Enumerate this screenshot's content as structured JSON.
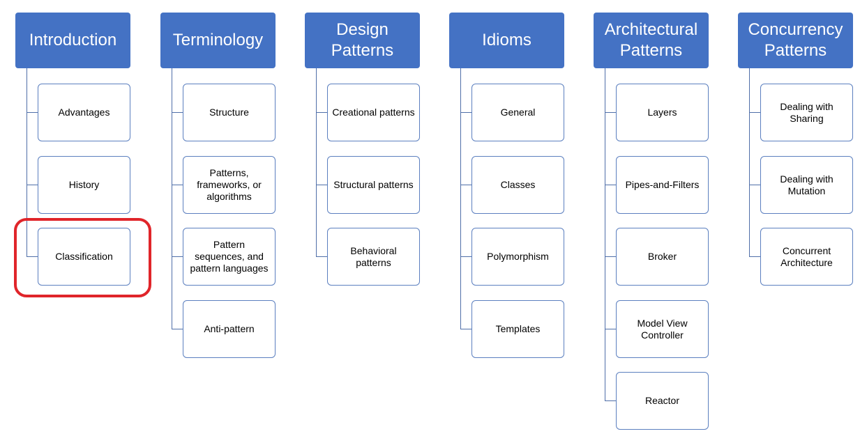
{
  "accent_colors": {
    "header_fill": "#4472c4",
    "connector": "#4f6ea8",
    "child_border": "#5b7fbf",
    "highlight": "#e0252a"
  },
  "highlighted_item": "Classification",
  "columns": [
    {
      "id": "introduction",
      "title": "Introduction",
      "children": [
        "Advantages",
        "History",
        "Classification"
      ]
    },
    {
      "id": "terminology",
      "title": "Terminology",
      "children": [
        "Structure",
        "Patterns, frameworks, or algorithms",
        "Pattern sequences, and pattern languages",
        "Anti-pattern"
      ]
    },
    {
      "id": "design-patterns",
      "title": "Design Patterns",
      "children": [
        "Creational patterns",
        "Structural patterns",
        "Behavioral patterns"
      ]
    },
    {
      "id": "idioms",
      "title": "Idioms",
      "children": [
        "General",
        "Classes",
        "Polymorphism",
        "Templates"
      ]
    },
    {
      "id": "architectural-patterns",
      "title": "Architectural Patterns",
      "children": [
        "Layers",
        "Pipes-and-Filters",
        "Broker",
        "Model View Controller",
        "Reactor"
      ]
    },
    {
      "id": "concurrency-patterns",
      "title": "Concurrency Patterns",
      "children": [
        "Dealing with Sharing",
        "Dealing with Mutation",
        "Concurrent Architecture"
      ]
    }
  ]
}
